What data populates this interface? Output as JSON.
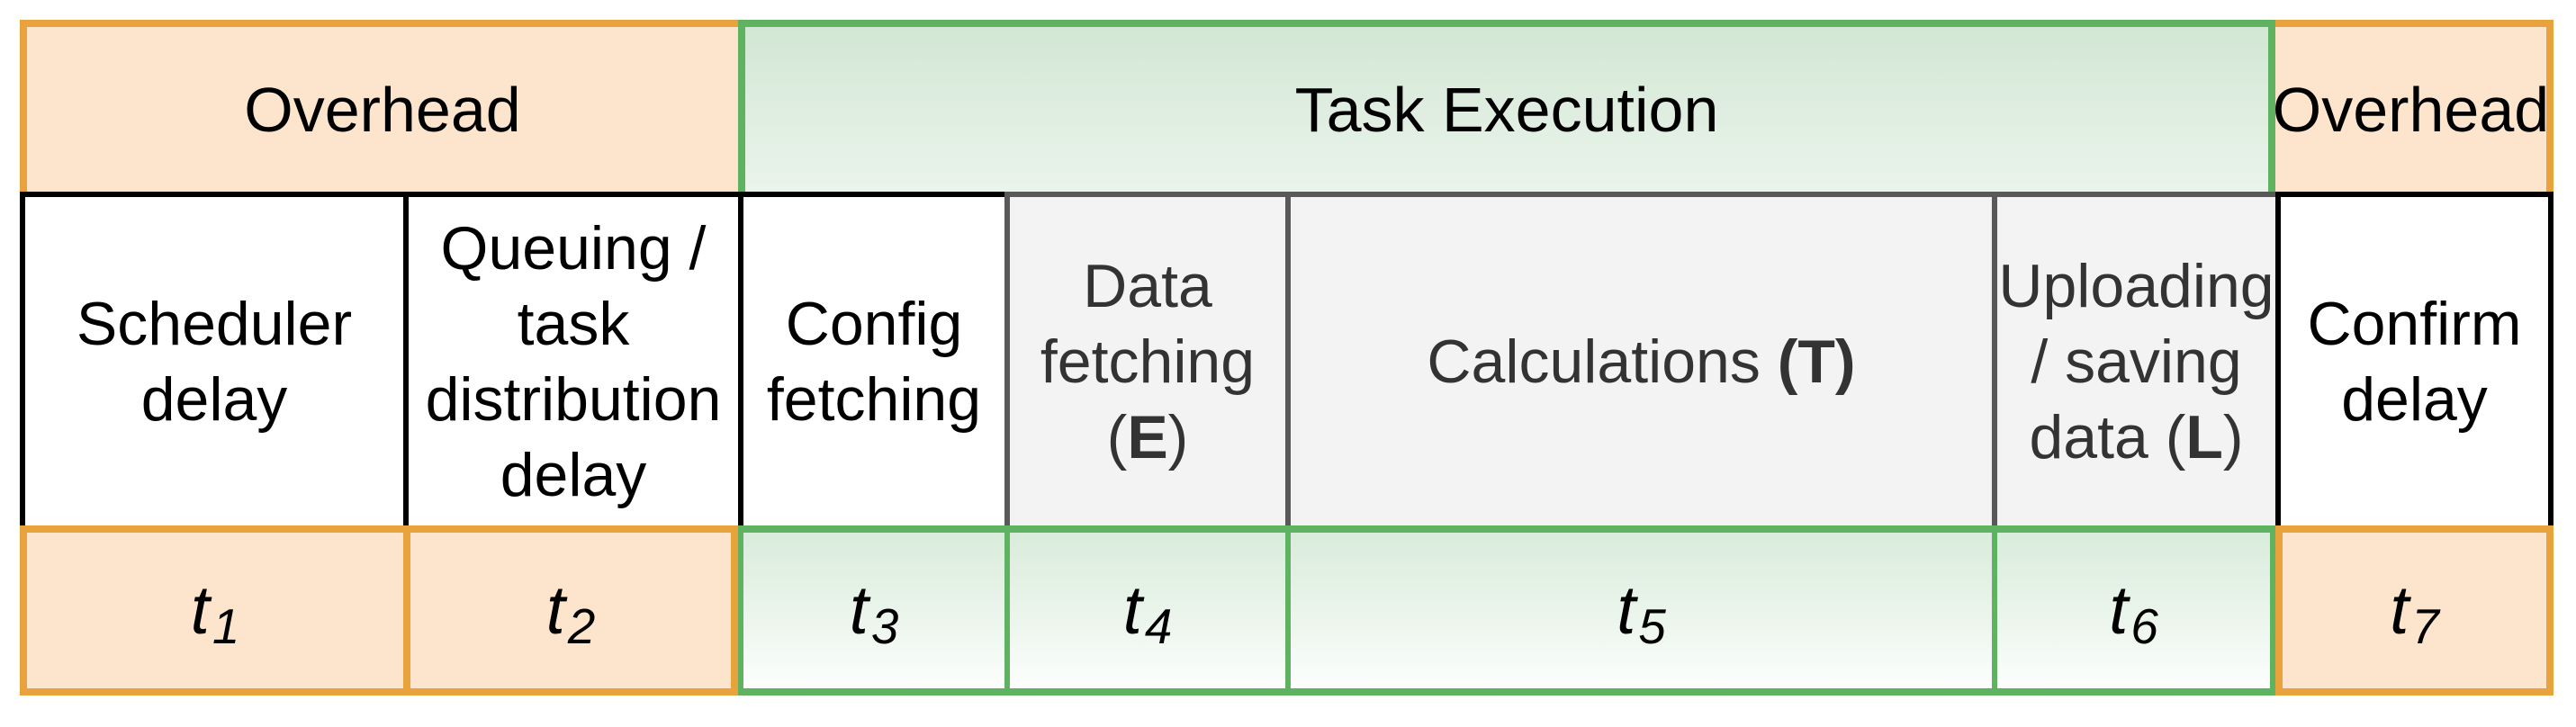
{
  "colors": {
    "orange_border": "#E8A33C",
    "peach_fill": "#FCE5CC",
    "green_border": "#5FB25F",
    "green_header_top": "#D2E7D4",
    "green_header_bottom": "#EAF4EB",
    "green_cell_top": "#D9ECDB",
    "green_cell_bottom": "#FDFEFD",
    "gray_fill": "#F3F3F3",
    "gray_border": "#595959",
    "black_border": "#000000"
  },
  "header_row": {
    "overhead_left": "Overhead",
    "task_execution": "Task Execution",
    "overhead_right": "Overhead"
  },
  "phase_row": {
    "scheduler_delay": {
      "lines": [
        {
          "pre": "Scheduler"
        },
        {
          "pre": "delay"
        }
      ]
    },
    "queuing_delay": {
      "lines": [
        {
          "pre": "Queuing /"
        },
        {
          "pre": "task"
        },
        {
          "pre": "distribution"
        },
        {
          "pre": "delay"
        }
      ]
    },
    "config_fetching": {
      "lines": [
        {
          "pre": "Config"
        },
        {
          "pre": "fetching"
        }
      ]
    },
    "data_fetching": {
      "lines": [
        {
          "pre": "Data"
        },
        {
          "pre": "fetching"
        },
        {
          "pre": "(",
          "bold": "E",
          "post": ")"
        }
      ]
    },
    "calculations": {
      "lines": [
        {
          "pre": "Calculations ",
          "bold": "(T)"
        }
      ]
    },
    "uploading_saving": {
      "lines": [
        {
          "pre": "Uploading"
        },
        {
          "pre": "/ saving"
        },
        {
          "pre": "data (",
          "bold": "L",
          "post": ")"
        }
      ]
    },
    "confirm_delay": {
      "lines": [
        {
          "pre": "Confirm"
        },
        {
          "pre": "delay"
        }
      ]
    }
  },
  "time_row": [
    {
      "base": "t",
      "sub": "1"
    },
    {
      "base": "t",
      "sub": "2"
    },
    {
      "base": "t",
      "sub": "3"
    },
    {
      "base": "t",
      "sub": "4"
    },
    {
      "base": "t",
      "sub": "5"
    },
    {
      "base": "t",
      "sub": "6"
    },
    {
      "base": "t",
      "sub": "7"
    }
  ]
}
